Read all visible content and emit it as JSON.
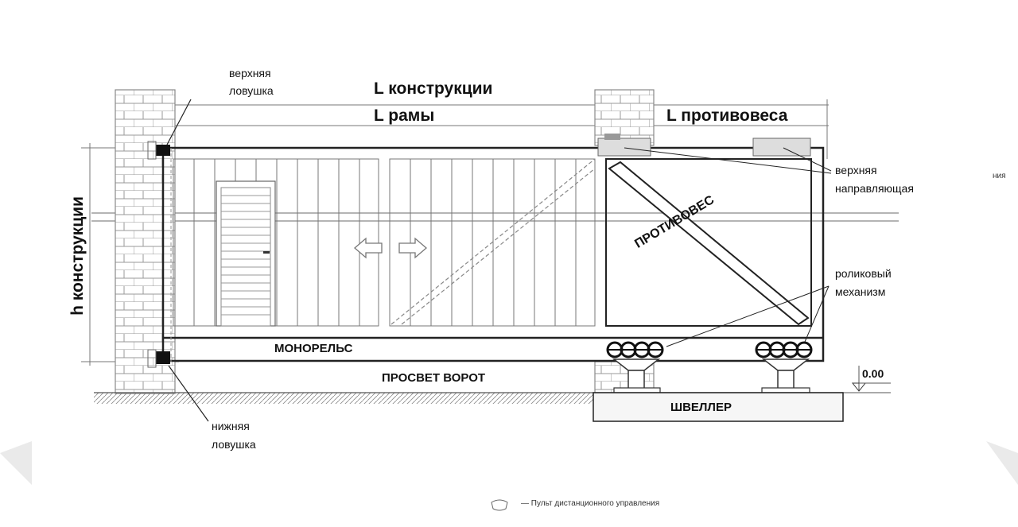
{
  "dimensions": {
    "l_construction": "L конструкции",
    "l_frame": "L рамы",
    "l_counterweight": "L противовеса",
    "h_construction": "h конструкции"
  },
  "callouts": {
    "upper_catcher_1": "верхняя",
    "upper_catcher_2": "ловушка",
    "lower_catcher_1": "нижняя",
    "lower_catcher_2": "ловушка",
    "upper_guide_1": "верхняя",
    "upper_guide_2": "направляющая",
    "roller_1": "роликовый",
    "roller_2": "механизм"
  },
  "parts": {
    "counterweight": "ПРОТИВОВЕС",
    "monorail": "МОНОРЕЛЬС",
    "gate_clearance": "ПРОСВЕТ ВОРОТ",
    "channel": "ШВЕЛЛЕР",
    "zero_level": "0.00"
  },
  "footer": {
    "remote_legend": "— Пульт дистанционного управления",
    "edge_fragment": "ния"
  }
}
